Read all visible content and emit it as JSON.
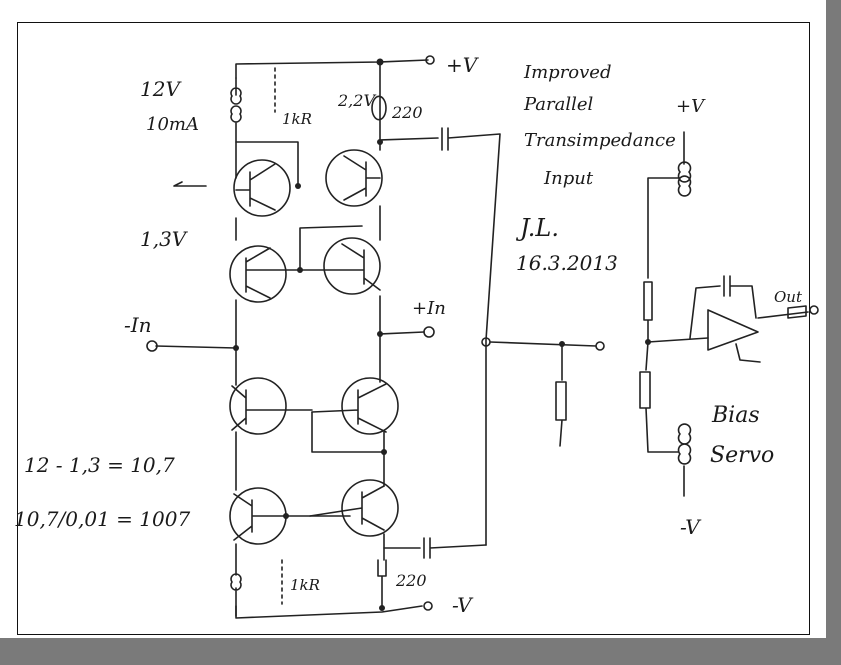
{
  "labels": {
    "plus_v_top": "+V",
    "v12": "12V",
    "ma10": "10mA",
    "r1k_top": "1kR",
    "v22": "2,2V",
    "r220_top": "220",
    "v13": "1,3V",
    "in_minus": "-In",
    "in_plus": "+In",
    "calc1": "12 - 1,3 = 10,7",
    "calc2": "10,7/0,01 = 1007",
    "r1k_bottom": "1kR",
    "r220_bottom": "220",
    "minus_v_bottom": "-V",
    "title_line1": "Improved",
    "title_line2": "Parallel",
    "title_line3": "Transimpedance",
    "title_line4": "Input",
    "signature": "J.L.",
    "date": "16.3.2013",
    "servo_plus_v": "+V",
    "out": "Out",
    "bias": "Bias",
    "servo": "Servo",
    "servo_minus_v": "-V"
  }
}
